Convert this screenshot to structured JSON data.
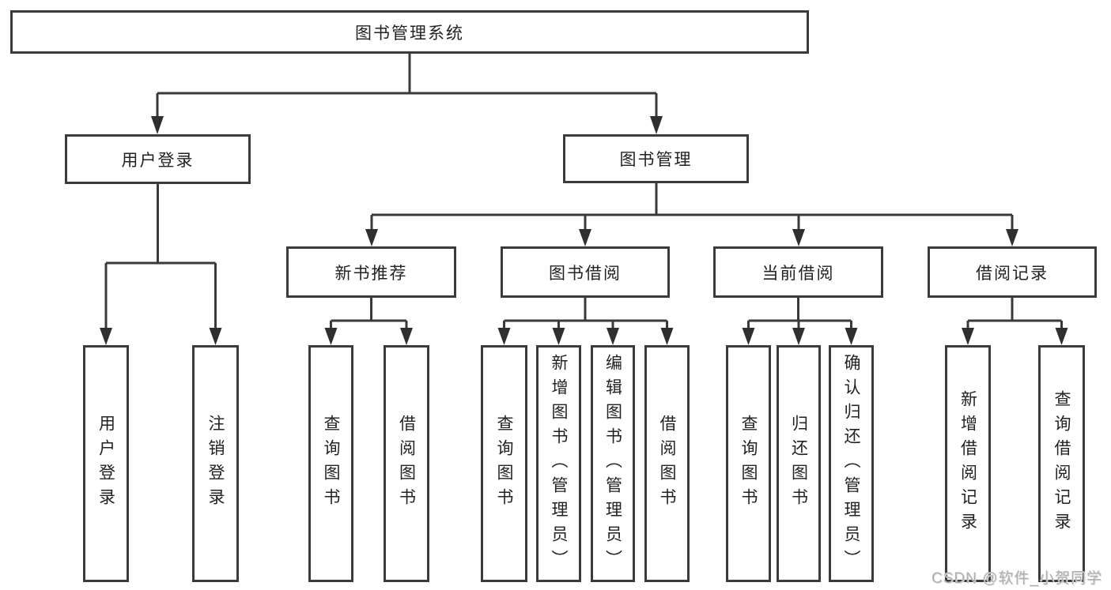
{
  "colors": {
    "line": "#3a3a3a",
    "arrow": "#2f2f2f",
    "border": "#3b3b3b",
    "text": "#222222",
    "watermark": "#b0b0b0",
    "background": "#ffffff"
  },
  "diagram": {
    "root": {
      "label": "图书管理系统"
    },
    "level2": [
      {
        "label": "用户登录"
      },
      {
        "label": "图书管理"
      }
    ],
    "level3": [
      {
        "label": "新书推荐",
        "parent": "图书管理"
      },
      {
        "label": "图书借阅",
        "parent": "图书管理"
      },
      {
        "label": "当前借阅",
        "parent": "图书管理"
      },
      {
        "label": "借阅记录",
        "parent": "图书管理"
      }
    ],
    "leaves": [
      {
        "label": "用户登录",
        "parent": "用户登录"
      },
      {
        "label": "注销登录",
        "parent": "用户登录"
      },
      {
        "label": "查询图书",
        "parent": "新书推荐"
      },
      {
        "label": "借阅图书",
        "parent": "新书推荐"
      },
      {
        "label": "查询图书",
        "parent": "图书借阅"
      },
      {
        "label": "新增图书（管理员）",
        "parent": "图书借阅"
      },
      {
        "label": "编辑图书（管理员）",
        "parent": "图书借阅"
      },
      {
        "label": "借阅图书",
        "parent": "图书借阅"
      },
      {
        "label": "查询图书",
        "parent": "当前借阅"
      },
      {
        "label": "归还图书",
        "parent": "当前借阅"
      },
      {
        "label": "确认归还（管理员）",
        "parent": "当前借阅"
      },
      {
        "label": "新增借阅记录",
        "parent": "借阅记录"
      },
      {
        "label": "查询借阅记录",
        "parent": "借阅记录"
      }
    ]
  },
  "watermark": "CSDN @软件_小贺同学"
}
